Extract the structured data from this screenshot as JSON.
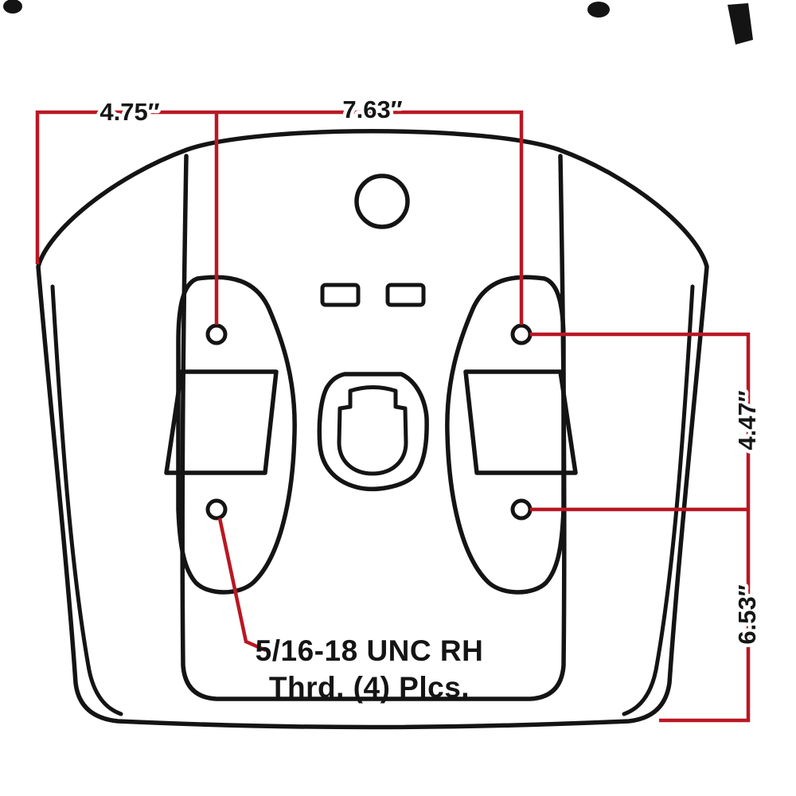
{
  "dims": {
    "top_left": "4.75″",
    "top_center": "7.63″",
    "right_upper": "4.47″",
    "right_lower": "6.53″"
  },
  "note": {
    "line1": "5/16-18 UNC RH",
    "line2": "Thrd. (4) Plcs."
  },
  "colors": {
    "dimension_red": "#b91723",
    "outline_black": "#141414",
    "background": "#ffffff"
  }
}
